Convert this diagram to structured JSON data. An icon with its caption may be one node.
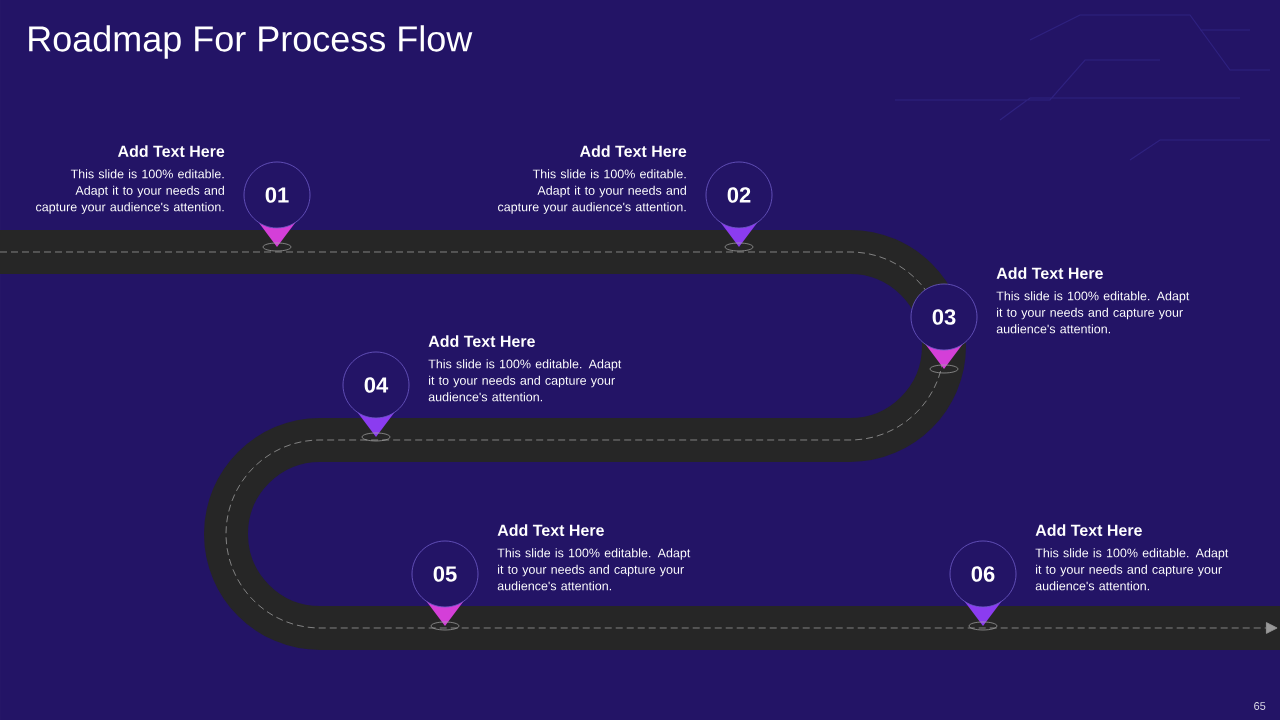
{
  "diagram": {
    "title": "Roadmap For Process Flow",
    "nodes": [
      {
        "text": [
          "01"
        ],
        "beside": [
          "Add Text Here",
          "This slide is 100% editable. Adapt it to your needs and capture your audience's attention."
        ]
      },
      {
        "text": [
          "02"
        ],
        "beside": [
          "Add Text Here",
          "This slide is 100% editable. Adapt it to your needs and capture your audience's attention."
        ]
      },
      {
        "text": [
          "03"
        ],
        "beside": [
          "Add Text Here",
          "This slide is 100% editable. Adapt it to your needs and capture your audience's attention."
        ]
      },
      {
        "text": [
          "04"
        ],
        "beside": [
          "Add Text Here",
          "This slide is 100% editable. Adapt it to your needs and capture your audience's attention."
        ]
      },
      {
        "text": [
          "05"
        ],
        "beside": [
          "Add Text Here",
          "This slide is 100% editable. Adapt it to your needs and capture your audience's attention."
        ]
      },
      {
        "text": [
          "06"
        ],
        "beside": [
          "Add Text Here",
          "This slide is 100% editable. Adapt it to your needs and capture your audience's attention."
        ]
      }
    ],
    "labels": [
      "65"
    ]
  }
}
